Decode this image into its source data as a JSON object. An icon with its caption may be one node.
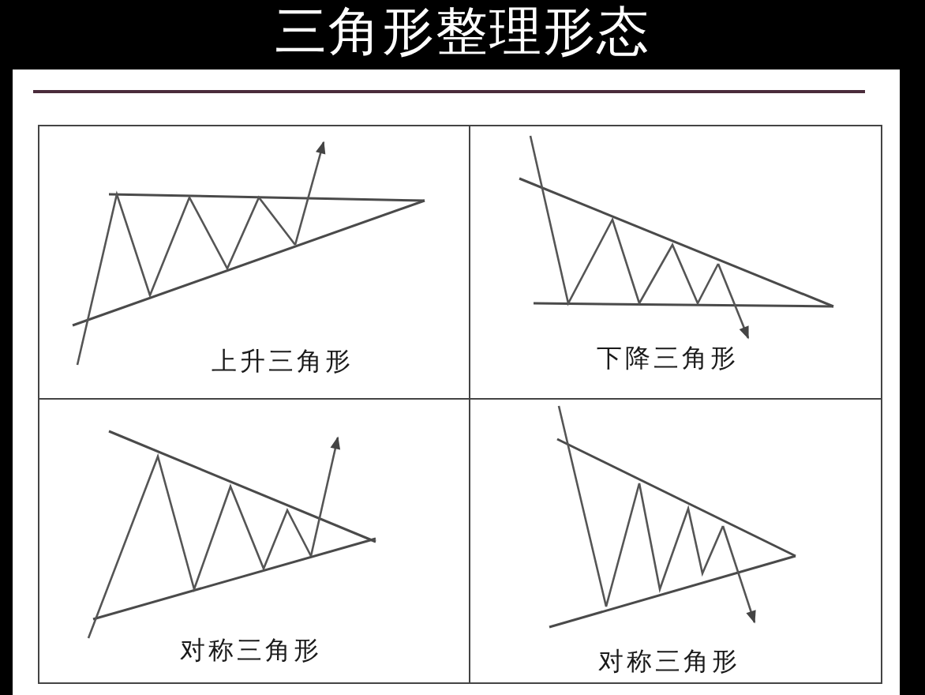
{
  "diagram": {
    "title": "三角形整理形态",
    "nodes": [
      {
        "text": [
          "上升三角形"
        ]
      },
      {
        "text": [
          "下降三角形"
        ]
      },
      {
        "text": [
          "对称三角形"
        ]
      },
      {
        "text": [
          "对称三角形"
        ]
      }
    ]
  }
}
